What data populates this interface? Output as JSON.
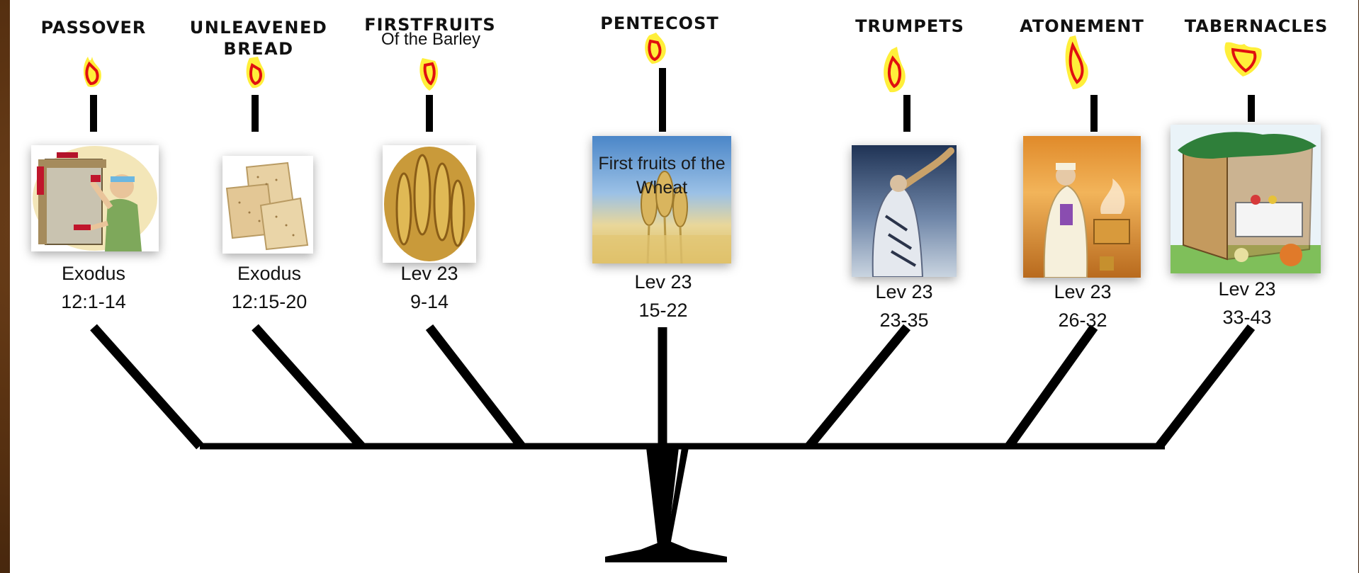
{
  "feasts": [
    {
      "name": "PASSOVER",
      "subtitle": "",
      "ref_line1": "Exodus",
      "ref_line2": "12:1-14",
      "image_icon": "passover-doorpost-image"
    },
    {
      "name": "UNLEAVENED BREAD",
      "subtitle": "",
      "ref_line1": "Exodus",
      "ref_line2": "12:15-20",
      "image_icon": "matzah-image"
    },
    {
      "name": "FIRSTFRUITS",
      "subtitle": "Of the Barley",
      "ref_line1": "Lev 23",
      "ref_line2": "9-14",
      "image_icon": "barley-image"
    },
    {
      "name": "PENTECOST",
      "subtitle": "",
      "ref_line1": "Lev 23",
      "ref_line2": "15-22",
      "image_icon": "wheat-field-image",
      "image_caption": "First fruits of the Wheat"
    },
    {
      "name": "TRUMPETS",
      "subtitle": "",
      "ref_line1": "Lev 23",
      "ref_line2": "23-35",
      "image_icon": "shofar-image"
    },
    {
      "name": "ATONEMENT",
      "subtitle": "",
      "ref_line1": "Lev 23",
      "ref_line2": "26-32",
      "image_icon": "high-priest-image"
    },
    {
      "name": "TABERNACLES",
      "subtitle": "",
      "ref_line1": "Lev 23",
      "ref_line2": "33-43",
      "image_icon": "sukkah-image"
    }
  ],
  "colors": {
    "flame_outer": "#ffef3a",
    "flame_inner": "#e01010",
    "menorah": "#000000",
    "background": "#5b3312"
  }
}
